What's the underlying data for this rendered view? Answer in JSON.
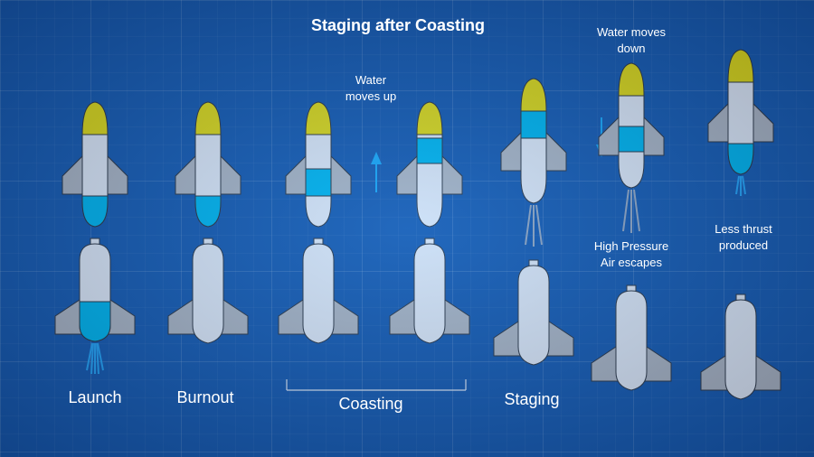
{
  "title": "Staging after Coasting",
  "labels": {
    "launch": "Launch",
    "burnout": "Burnout",
    "coasting": "Coasting",
    "staging": "Staging"
  },
  "notes": {
    "water_up_1": "Water",
    "water_up_2": "moves up",
    "water_down_1": "Water moves",
    "water_down_2": "down",
    "air_1": "High Pressure",
    "air_2": "Air escapes",
    "thrust_1": "Less thrust",
    "thrust_2": "produced"
  },
  "colors": {
    "nose": "#ffee00",
    "water": "#00c4f5",
    "fins": "#c4c4c4",
    "spray_blue": "#2ab0ff",
    "spray_gray": "#a9b4c2",
    "arrow": "#1eb4ff"
  }
}
